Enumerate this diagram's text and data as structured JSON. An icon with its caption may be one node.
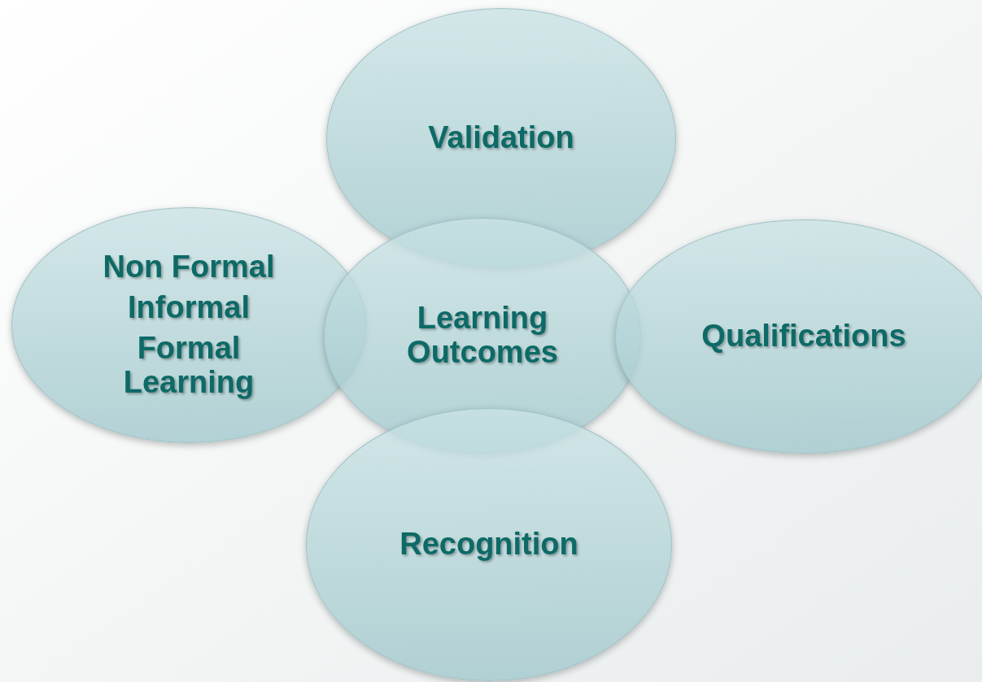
{
  "diagram": {
    "nodes": [
      {
        "text": [
          "Validation"
        ]
      },
      {
        "text": [
          "Non Formal",
          "Informal",
          "Formal Learning"
        ]
      },
      {
        "text": [
          "Learning Outcomes"
        ]
      },
      {
        "text": [
          "Qualifications"
        ]
      },
      {
        "text": [
          "Recognition"
        ]
      }
    ]
  }
}
